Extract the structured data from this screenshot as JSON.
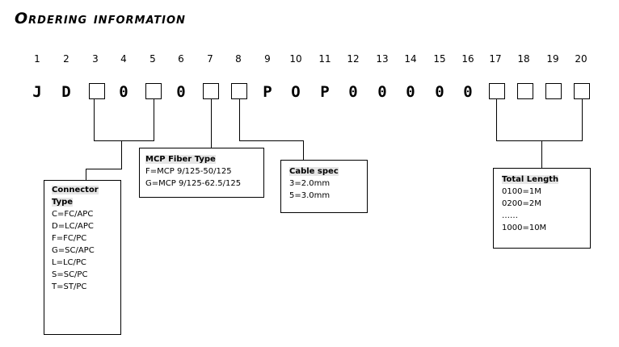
{
  "title": "Ordering information",
  "positions": [
    "1",
    "2",
    "3",
    "4",
    "5",
    "6",
    "7",
    "8",
    "9",
    "10",
    "11",
    "12",
    "13",
    "14",
    "15",
    "16",
    "17",
    "18",
    "19",
    "20"
  ],
  "code": [
    "J",
    "D",
    "",
    "0",
    "",
    "0",
    "",
    "",
    "P",
    "O",
    "P",
    "0",
    "0",
    "0",
    "0",
    "0",
    "",
    "",
    "",
    ""
  ],
  "connector": {
    "header_line1": "Connector",
    "header_line2": "Type",
    "options": [
      "C=FC/APC",
      "D=LC/APC",
      "F=FC/PC",
      "G=SC/APC",
      "L=LC/PC",
      "S=SC/PC",
      "T=ST/PC"
    ]
  },
  "fiber": {
    "header": "MCP Fiber Type",
    "options": [
      "F=MCP 9/125-50/125",
      "G=MCP 9/125-62.5/125"
    ]
  },
  "cable": {
    "header": "Cable spec",
    "options": [
      "3=2.0mm",
      "5=3.0mm"
    ]
  },
  "length": {
    "header": "Total Length",
    "options": [
      "0100=1M",
      "0200=2M",
      "……",
      "1000=10M"
    ]
  }
}
